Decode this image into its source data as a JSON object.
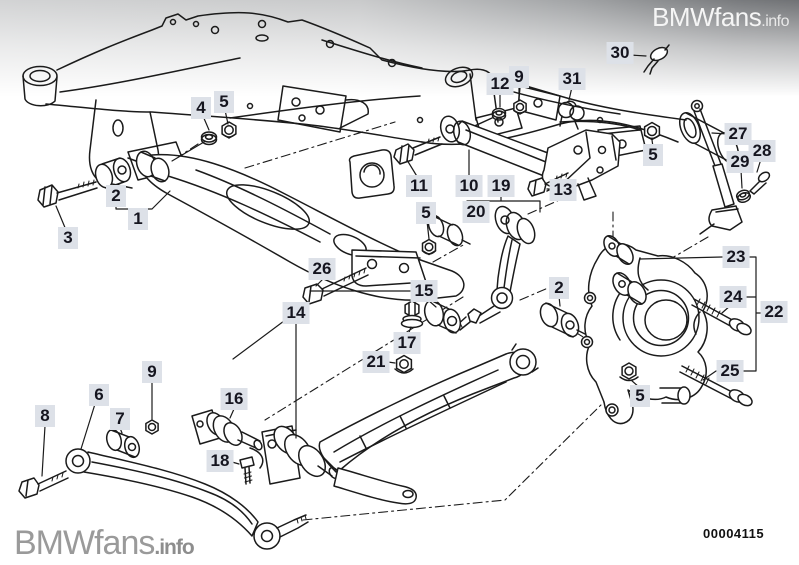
{
  "branding": {
    "header_logo": {
      "main": "BMWfans",
      "suffix": ".info"
    },
    "footer_logo": {
      "main": "BMWfans",
      "suffix": ".info"
    },
    "diagram_number": "00004115"
  },
  "colors": {
    "label_background": "#dde1e8",
    "label_text": "#15151f",
    "line_art": "#1b1b1b",
    "top_banner_dark": "#707275",
    "top_banner_light": "#d2d3d4"
  },
  "diagram": {
    "subject": "rear-axle-suspension-parts-diagram",
    "part_numbers_visible": [
      "1",
      "2",
      "3",
      "4",
      "5",
      "6",
      "7",
      "8",
      "9",
      "10",
      "11",
      "12",
      "13",
      "14",
      "15",
      "16",
      "17",
      "18",
      "19",
      "20",
      "21",
      "22",
      "23",
      "24",
      "25",
      "26",
      "27",
      "28",
      "29",
      "30",
      "31"
    ]
  },
  "labels": [
    {
      "text": "1"
    },
    {
      "text": "2"
    },
    {
      "text": "3"
    },
    {
      "text": "4"
    },
    {
      "text": "5"
    },
    {
      "text": "9"
    },
    {
      "text": "12"
    },
    {
      "text": "31"
    },
    {
      "text": "30"
    },
    {
      "text": "27"
    },
    {
      "text": "28"
    },
    {
      "text": "29"
    },
    {
      "text": "5"
    },
    {
      "text": "11"
    },
    {
      "text": "10"
    },
    {
      "text": "19"
    },
    {
      "text": "13"
    },
    {
      "text": "5"
    },
    {
      "text": "20"
    },
    {
      "text": "2"
    },
    {
      "text": "23"
    },
    {
      "text": "24"
    },
    {
      "text": "22"
    },
    {
      "text": "25"
    },
    {
      "text": "26"
    },
    {
      "text": "15"
    },
    {
      "text": "14"
    },
    {
      "text": "17"
    },
    {
      "text": "21"
    },
    {
      "text": "16"
    },
    {
      "text": "18"
    },
    {
      "text": "6"
    },
    {
      "text": "7"
    },
    {
      "text": "8"
    },
    {
      "text": "9"
    },
    {
      "text": "5"
    }
  ]
}
